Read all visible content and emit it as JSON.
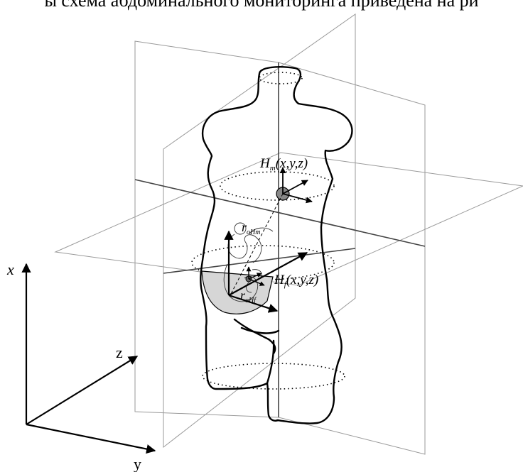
{
  "caption_text": "ы схема абдоминального мониторинга приведена на ри",
  "axes": {
    "x": "x",
    "y": "y",
    "z": "z"
  },
  "labels": {
    "Hm": {
      "main": "H",
      "sub": "m",
      "args": "(x,y,z)"
    },
    "Hf": {
      "main": "H",
      "sub": "f",
      "args": "(x,y,z)"
    },
    "rHm": {
      "main": "r",
      "sub": "oHm"
    },
    "rHf": {
      "main": "r",
      "sub": "oHf"
    }
  }
}
